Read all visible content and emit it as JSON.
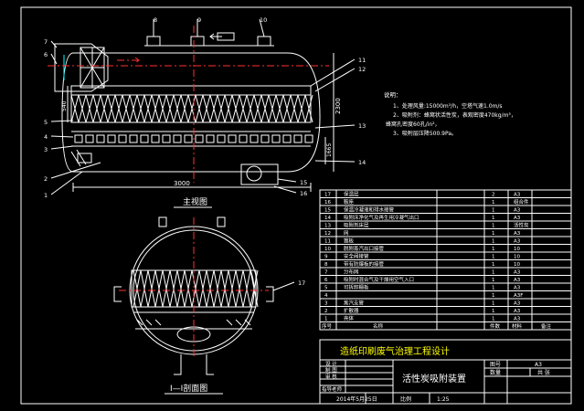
{
  "drawing": {
    "main_view_label": "主视图",
    "section_label": "Ⅰ—Ⅰ剖面图",
    "dim_width": "3000",
    "dim_height": "2300",
    "dim_side": "540",
    "dim_lower": "1665",
    "callouts": [
      "1",
      "2",
      "3",
      "4",
      "5",
      "6",
      "7",
      "8",
      "9",
      "10",
      "11",
      "12",
      "13",
      "14",
      "15",
      "16",
      "17"
    ]
  },
  "notes": {
    "title": "说明：",
    "lines": [
      "1、处理风量:15000m³/h，空塔气速1.0m/s",
      "2、吸附剂：蜂窝状活性炭，表观密度470kg/m³，",
      "蜂窝孔密度60孔/in²，",
      "3、吸附层压降500.9Pa。"
    ]
  },
  "parts_table": {
    "rows": [
      {
        "no": "17",
        "name": "保温层",
        "qty": "2",
        "mat": "A3",
        "note": ""
      },
      {
        "no": "16",
        "name": "鞍座",
        "qty": "1",
        "mat": "组合件",
        "note": ""
      },
      {
        "no": "15",
        "name": "保温冷凝液和排水接管",
        "qty": "1",
        "mat": "A3",
        "note": ""
      },
      {
        "no": "14",
        "name": "吸附床净化气及再生用冷凝气出口",
        "qty": "1",
        "mat": "A3",
        "note": ""
      },
      {
        "no": "13",
        "name": "吸附剂床层",
        "qty": "1",
        "mat": "活性炭",
        "note": ""
      },
      {
        "no": "12",
        "name": "网",
        "qty": "1",
        "mat": "A3",
        "note": ""
      },
      {
        "no": "11",
        "name": "篦板",
        "qty": "1",
        "mat": "A3",
        "note": ""
      },
      {
        "no": "10",
        "name": "脱附蒸汽出口接管",
        "qty": "1",
        "mat": "10",
        "note": ""
      },
      {
        "no": "9",
        "name": "安全阀接管",
        "qty": "1",
        "mat": "10",
        "note": ""
      },
      {
        "no": "8",
        "name": "带有防爆板的接管",
        "qty": "1",
        "mat": "10",
        "note": ""
      },
      {
        "no": "7",
        "name": "分布网",
        "qty": "1",
        "mat": "A3",
        "note": ""
      },
      {
        "no": "6",
        "name": "吸附时混合气及干燥用空气入口",
        "qty": "1",
        "mat": "A3",
        "note": ""
      },
      {
        "no": "5",
        "name": "可拆卸栅板",
        "qty": "1",
        "mat": "A3",
        "note": ""
      },
      {
        "no": "4",
        "name": "",
        "qty": "1",
        "mat": "A3F",
        "note": ""
      },
      {
        "no": "3",
        "name": "蒸汽支管",
        "qty": "1",
        "mat": "A3",
        "note": ""
      },
      {
        "no": "2",
        "name": "扩散器",
        "qty": "1",
        "mat": "A3",
        "note": ""
      },
      {
        "no": "1",
        "name": "壳体",
        "qty": "1",
        "mat": "A3",
        "note": ""
      }
    ],
    "header": {
      "no": "序号",
      "name": "名称",
      "qty": "件数",
      "mat": "材料",
      "note": "备注"
    }
  },
  "title_block": {
    "project": "造纸印刷废气治理工程设计",
    "drawing_name": "活性炭吸附装置",
    "fig_no_label": "图号",
    "fig_no_value": "A3",
    "count_label": "数量",
    "sheet_label": "共 张",
    "design_label": "设 计",
    "draw_label": "制 图",
    "review_label": "审 核",
    "teacher_label": "指导老师",
    "date": "2014年5月25日",
    "scale_label": "比例",
    "scale_value": "1:25"
  }
}
